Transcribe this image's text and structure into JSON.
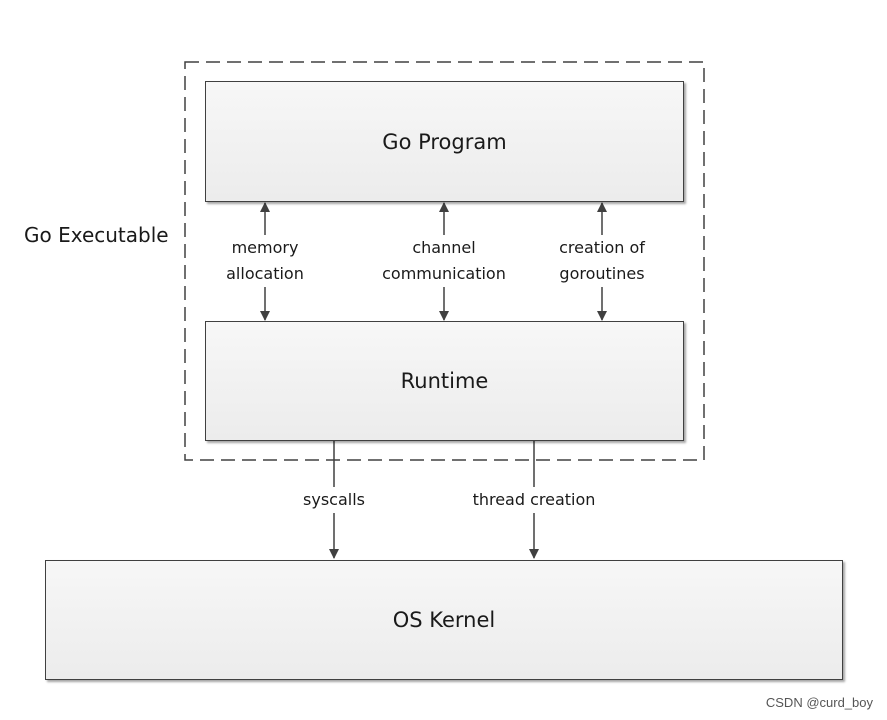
{
  "diagram": {
    "container_label": "Go Executable",
    "boxes": {
      "go_program": "Go Program",
      "runtime": "Runtime",
      "os_kernel": "OS Kernel"
    },
    "interactions": {
      "memory_allocation": [
        "memory",
        "allocation"
      ],
      "channel_communication": [
        "channel",
        "communication"
      ],
      "creation_of_goroutines": [
        "creation of",
        "goroutines"
      ],
      "syscalls": "syscalls",
      "thread_creation": "thread creation"
    }
  },
  "watermark": "CSDN @curd_boy",
  "colors": {
    "box_fill": "#f0f0f0",
    "box_border": "#404040",
    "line": "#404040",
    "text": "#1a1a1a"
  }
}
